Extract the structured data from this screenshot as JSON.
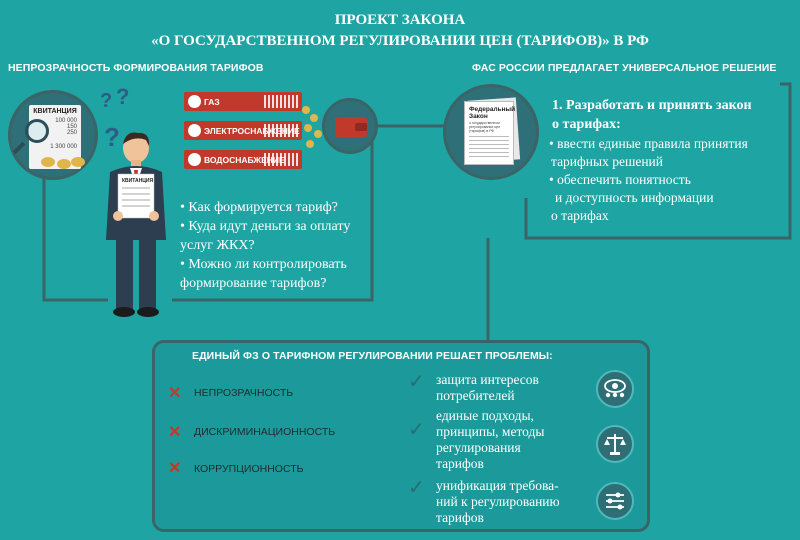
{
  "title": {
    "line1": "ПРОЕКТ ЗАКОНА",
    "line2": "«О ГОСУДАРСТВЕННОМ РЕГУЛИРОВАНИИ ЦЕН (ТАРИФОВ)» В РФ"
  },
  "left": {
    "heading": "НЕПРОЗРАЧНОСТЬ ФОРМИРОВАНИЯ ТАРИФОВ",
    "receipt": {
      "header": "КВИТАНЦИЯ",
      "amounts": [
        "100 000",
        "150",
        "250",
        "1 300 000"
      ]
    },
    "question_marks": [
      "?",
      "?",
      "?"
    ],
    "person_paper": "КВИТАНЦИЯ",
    "bills": [
      "ГАЗ",
      "ЭЛЕКТРОСНАБЖЕНИЕ",
      "ВОДОСНАБЖЕНИЕ"
    ],
    "questions": [
      "• Как формируется тариф?",
      "• Куда идут деньги за оплату",
      "услуг ЖКХ?",
      "• Можно ли контролировать",
      "формирование тарифов?"
    ]
  },
  "right": {
    "heading": "ФАС РОССИИ ПРЕДЛАГАЕТ УНИВЕРСАЛЬНОЕ РЕШЕНИЕ",
    "doc": {
      "title1": "Федеральный",
      "title2": "Закон",
      "subtitle": "о государственном регулировании цен (тарифов) в РФ"
    },
    "point_title1": "1. Разработать и принять закон",
    "point_title2": "о тарифах:",
    "bullets": [
      "• ввести единые правила принятия",
      "тарифных решений",
      "• обеспечить понятность",
      "и доступность информации",
      "о тарифах"
    ]
  },
  "bottom": {
    "heading": "ЕДИНЫЙ ФЗ О ТАРИФНОМ РЕГУЛИРОВАНИИ РЕШАЕТ ПРОБЛЕМЫ:",
    "problems": [
      "НЕПРОЗРАЧНОСТЬ",
      "ДИСКРИМИНАЦИОННОСТЬ",
      "КОРРУПЦИОННОСТЬ"
    ],
    "solutions": [
      [
        "защита интересов",
        "потребителей"
      ],
      [
        "единые подходы,",
        "принципы, методы",
        "регулирования",
        "тарифов"
      ],
      [
        "унификация требова-",
        "ний к регулированию",
        "тарифов"
      ]
    ],
    "icons": [
      "eye-people-icon",
      "scales-icon",
      "sliders-icon"
    ]
  },
  "colors": {
    "background": "#1fa4a4",
    "frame": "#3a6466",
    "accent_red": "#c0392b",
    "dark_text": "#1f2b2b"
  }
}
